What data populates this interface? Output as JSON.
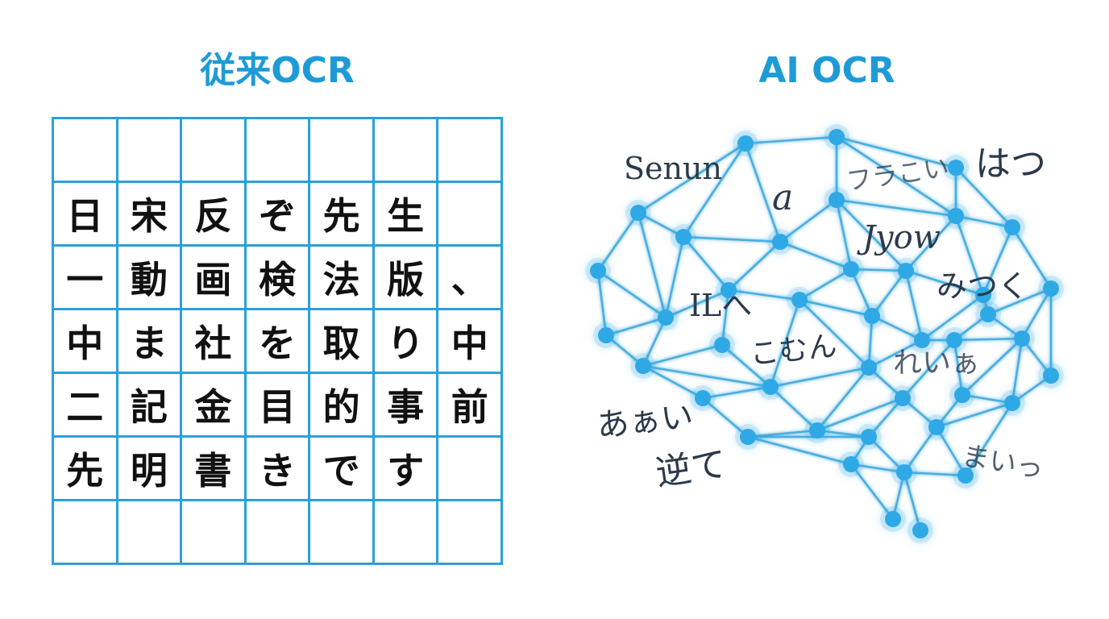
{
  "titles": {
    "left": "従来OCR",
    "right": "AI OCR"
  },
  "grid": {
    "rows": [
      [
        "",
        "",
        "",
        "",
        "",
        "",
        ""
      ],
      [
        "日",
        "宋",
        "反",
        "ぞ",
        "先",
        "生",
        ""
      ],
      [
        "一",
        "動",
        "画",
        "検",
        "法",
        "版",
        "、"
      ],
      [
        "中",
        "ま",
        "社",
        "を",
        "取",
        "り",
        "中"
      ],
      [
        "二",
        "記",
        "金",
        "目",
        "的",
        "事",
        "前"
      ],
      [
        "先",
        "明",
        "書",
        "き",
        "で",
        "す",
        ""
      ],
      [
        "",
        "",
        "",
        "",
        "",
        "",
        ""
      ]
    ]
  },
  "handwriting": {
    "senun": "Senun",
    "a": "a",
    "furare": "フラこい",
    "hatsu": "はつ",
    "jyow": "Jyow",
    "ihe": "ILへ",
    "mitsuku": "みつく",
    "mun": "こむん",
    "ren": "れいぁ",
    "aai": "あぁい",
    "gyakute": "逆て",
    "mai": "まいっ"
  },
  "colors": {
    "accent": "#1E9BD7",
    "grid_line": "#2AA0DA",
    "node": "#2FA8E6",
    "edge": "#3AA6DC",
    "glyph": "#111111",
    "handwriting": "#2b3a4a"
  }
}
